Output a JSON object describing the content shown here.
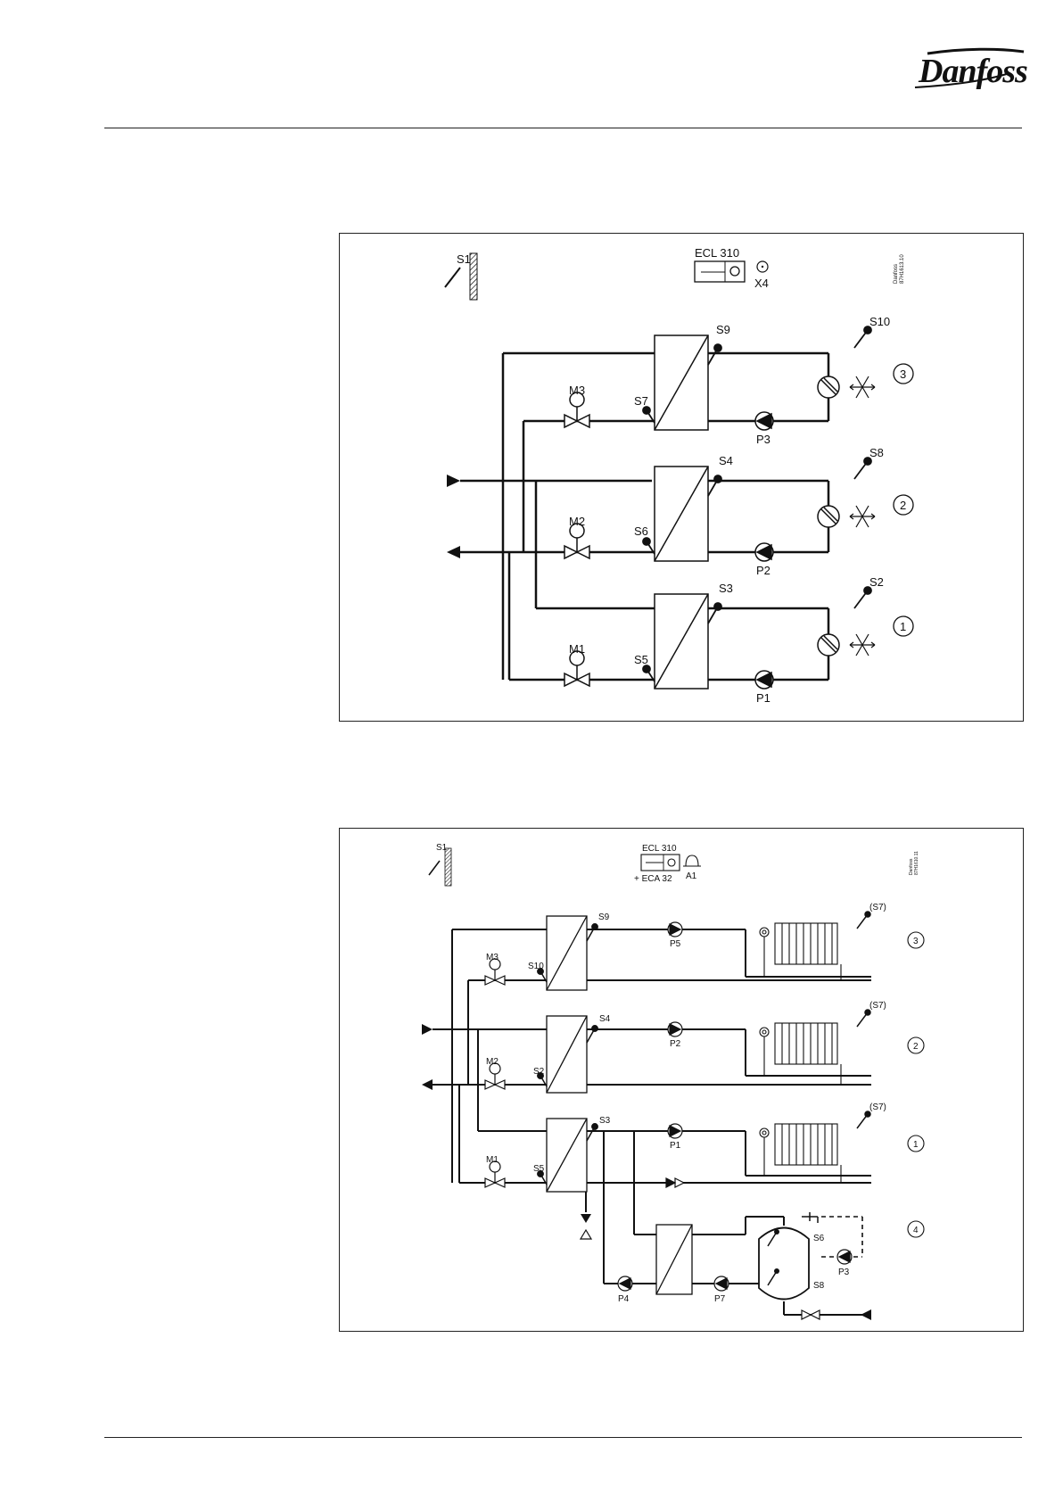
{
  "brand": {
    "logo_text": "Danfoss"
  },
  "diagram1": {
    "controller": "ECL 310",
    "side_note": [
      "Danfoss",
      "87H1613.10"
    ],
    "labels": {
      "S1": "S1",
      "X4": "X4",
      "S10": "S10",
      "S9": "S9",
      "S8": "S8",
      "S4": "S4",
      "S2": "S2",
      "S3": "S3",
      "S7": "S7",
      "S6": "S6",
      "S5": "S5",
      "M3": "M3",
      "M2": "M2",
      "M1": "M1",
      "P3": "P3",
      "P2": "P2",
      "P1": "P1",
      "c3": "3",
      "c2": "2",
      "c1": "1"
    }
  },
  "diagram2": {
    "controller": "ECL 310",
    "module": "+ ECA 32",
    "side_note": [
      "Danfoss",
      "87H1610.11"
    ],
    "labels": {
      "S1": "S1",
      "A1": "A1",
      "S9": "S9",
      "S10": "S10",
      "S4": "S4",
      "S2": "S2",
      "S3": "S3",
      "S5": "S5",
      "S6": "S6",
      "S8": "S8",
      "S7a": "(S7)",
      "S7b": "(S7)",
      "S7c": "(S7)",
      "M3": "M3",
      "M2": "M2",
      "M1": "M1",
      "P5": "P5",
      "P2": "P2",
      "P1": "P1",
      "P3": "P3",
      "P4": "P4",
      "P7": "P7",
      "c3": "3",
      "c2": "2",
      "c1": "1",
      "c4": "4"
    }
  }
}
